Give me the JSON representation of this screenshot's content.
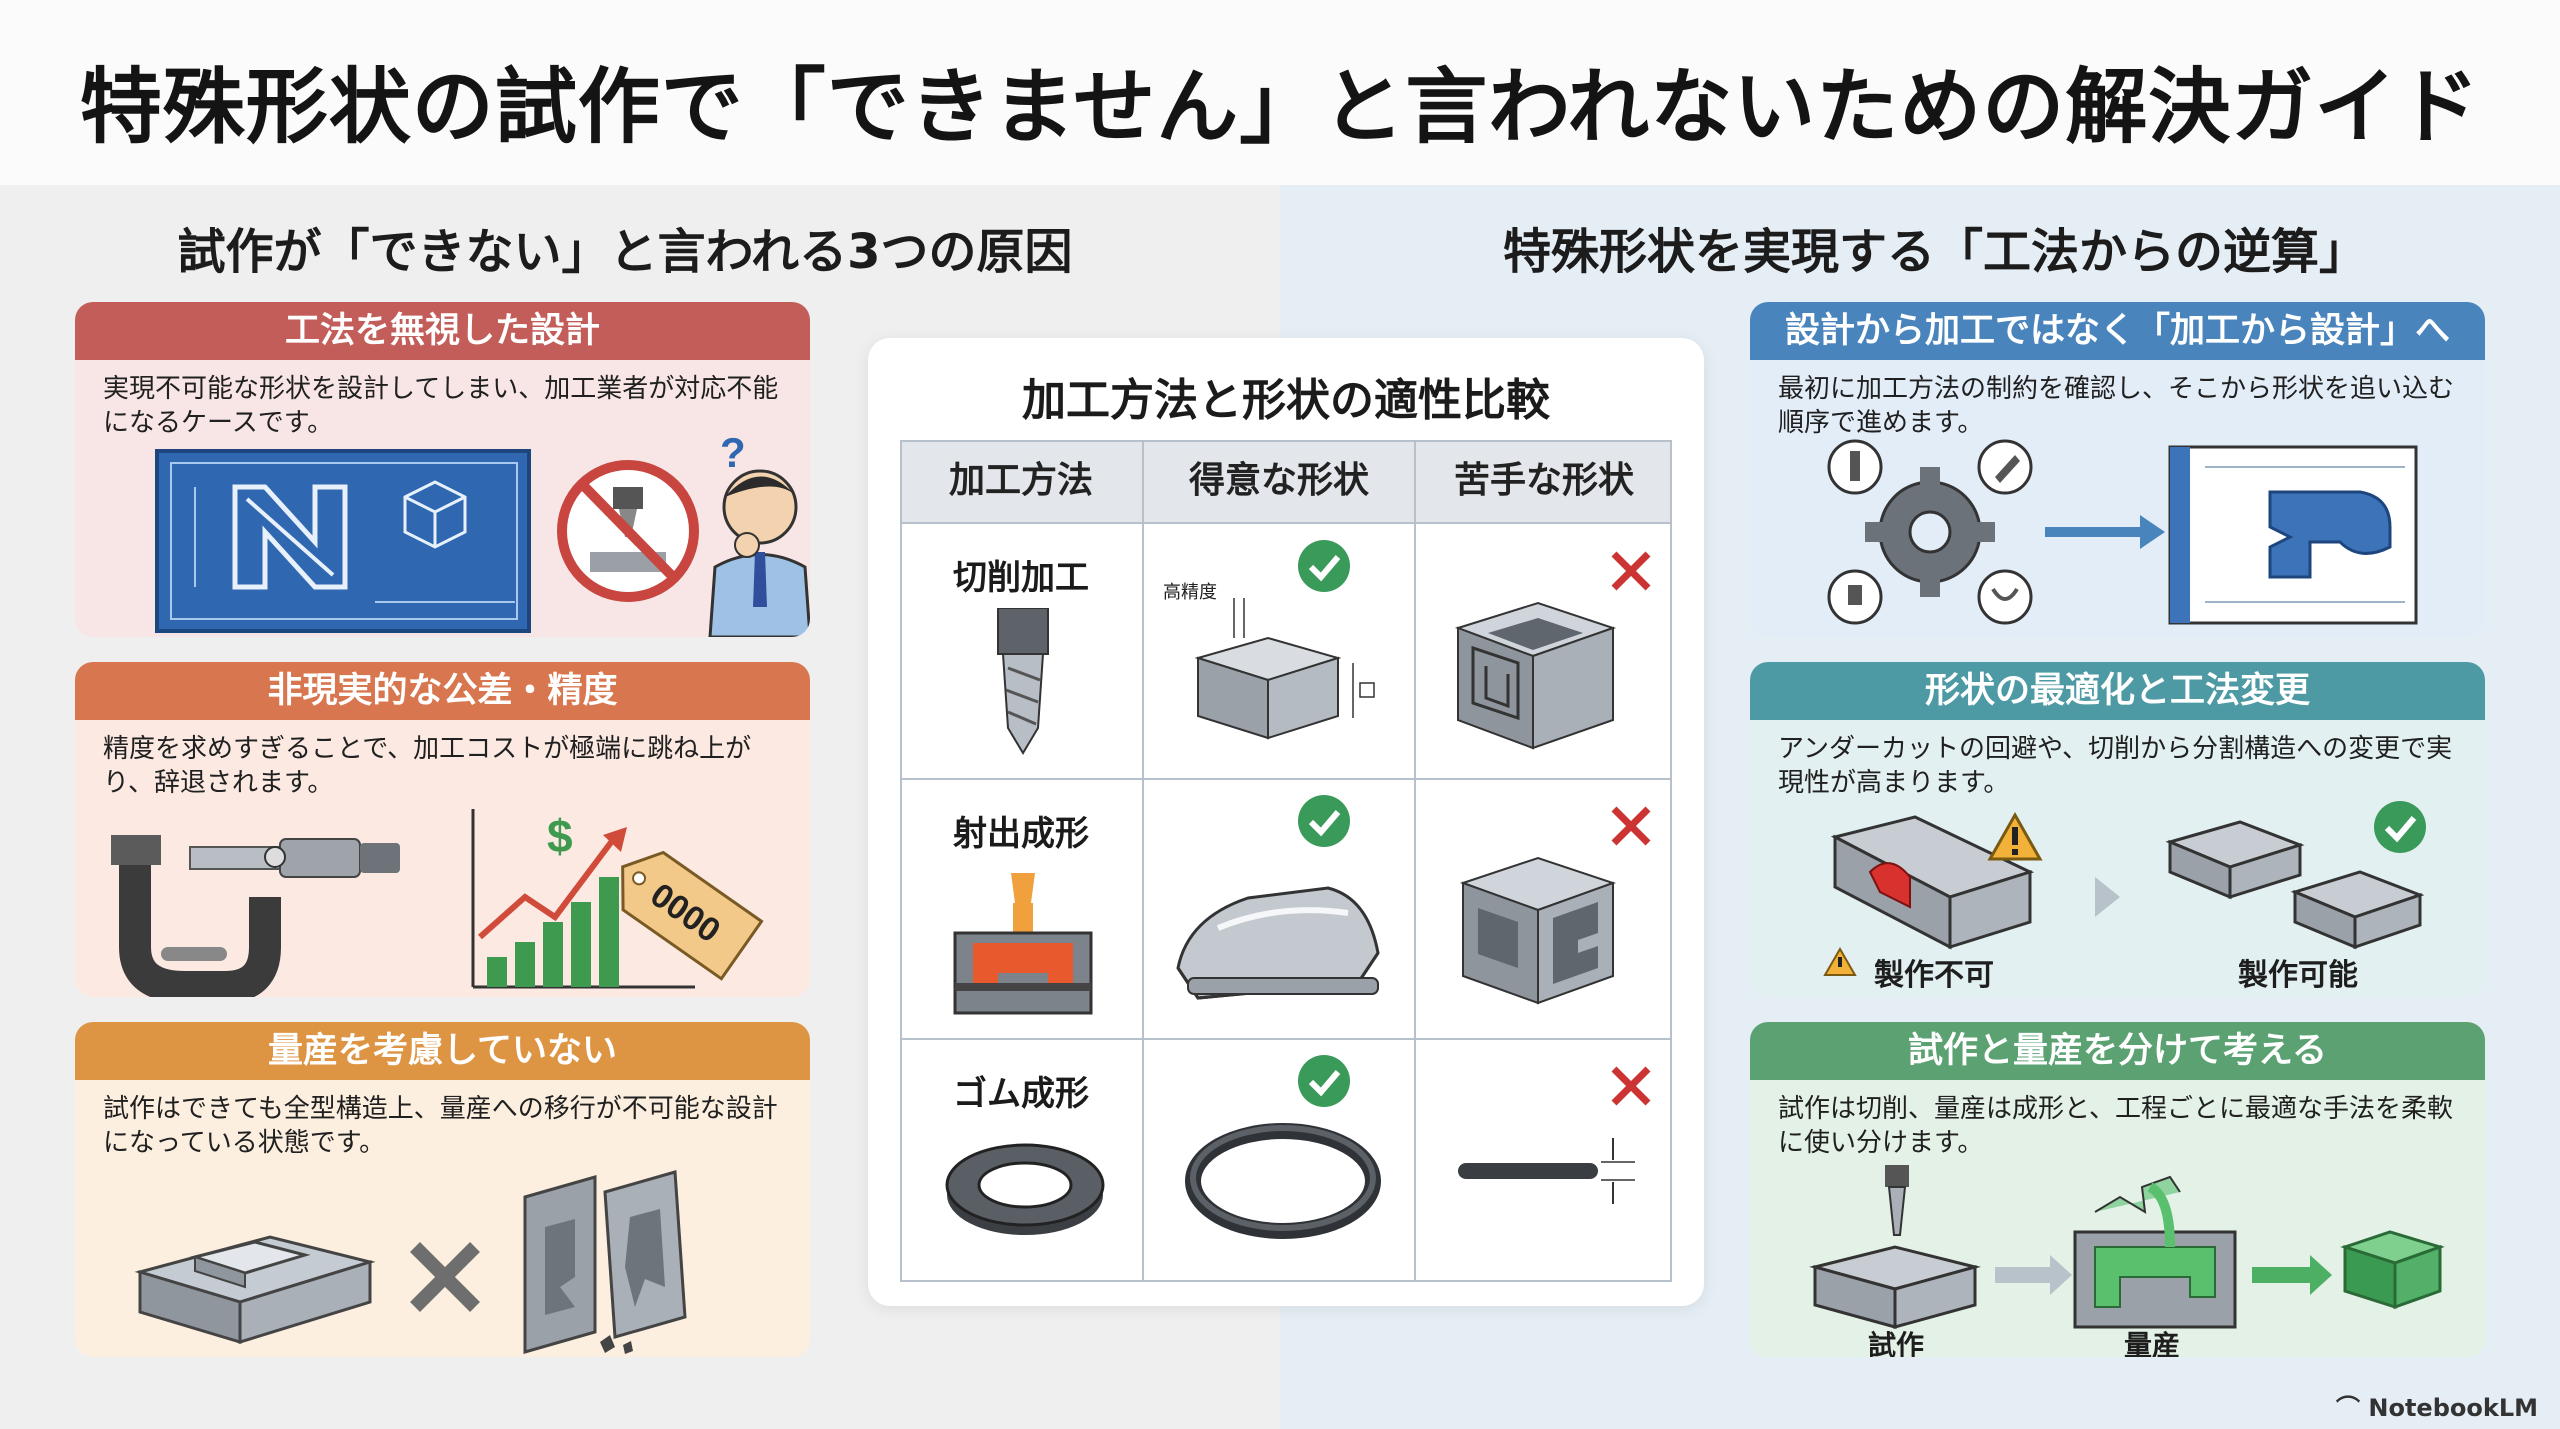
{
  "title": "特殊形状の試作で「できません」と言われないための解決ガイド",
  "left_column": {
    "heading": "試作が「できない」と言われる3つの原因",
    "cards": [
      {
        "title": "工法を無視した設計",
        "body": "実現不可能な形状を設計してしまい、加工業者が対応不能になるケースです。",
        "color": "#c25d5a"
      },
      {
        "title": "非現実的な公差・精度",
        "body": "精度を求めすぎることで、加工コストが極端に跳ね上がり、辞退されます。",
        "color": "#d8774f",
        "price_tag": "0000"
      },
      {
        "title": "量産を考慮していない",
        "body": "試作はできても全型構造上、量産への移行が不可能な設計になっている状態です。",
        "color": "#dd9544"
      }
    ]
  },
  "center_panel": {
    "title": "加工方法と形状の適性比較",
    "headers": [
      "加工方法",
      "得意な形状",
      "苦手な形状"
    ],
    "rows": [
      {
        "method": "切削加工",
        "good_note": "高精度",
        "good": "✓",
        "bad": "✕"
      },
      {
        "method": "射出成形",
        "good": "✓",
        "bad": "✕"
      },
      {
        "method": "ゴム成形",
        "good": "✓",
        "bad": "✕"
      }
    ]
  },
  "right_column": {
    "heading": "特殊形状を実現する「工法からの逆算」",
    "cards": [
      {
        "title": "設計から加工ではなく「加工から設計」へ",
        "body": "最初に加工方法の制約を確認し、そこから形状を追い込む順序で進めます。",
        "color": "#4a84bd"
      },
      {
        "title": "形状の最適化と工法変更",
        "body": "アンダーカットの回避や、切削から分割構造への変更で実現性が高まります。",
        "color": "#4d9aa5",
        "label_ng": "製作不可",
        "label_ok": "製作可能"
      },
      {
        "title": "試作と量産を分けて考える",
        "body": "試作は切削、量産は成形と、工程ごとに最適な手法を柔軟に使い分けます。",
        "color": "#5ba171",
        "label_proto": "試作",
        "label_mass": "量産"
      }
    ]
  },
  "brand": "NotebookLM",
  "colors": {
    "check": "#3a9a5a",
    "cross": "#cc3333",
    "blueprint": "#2f68b0"
  }
}
